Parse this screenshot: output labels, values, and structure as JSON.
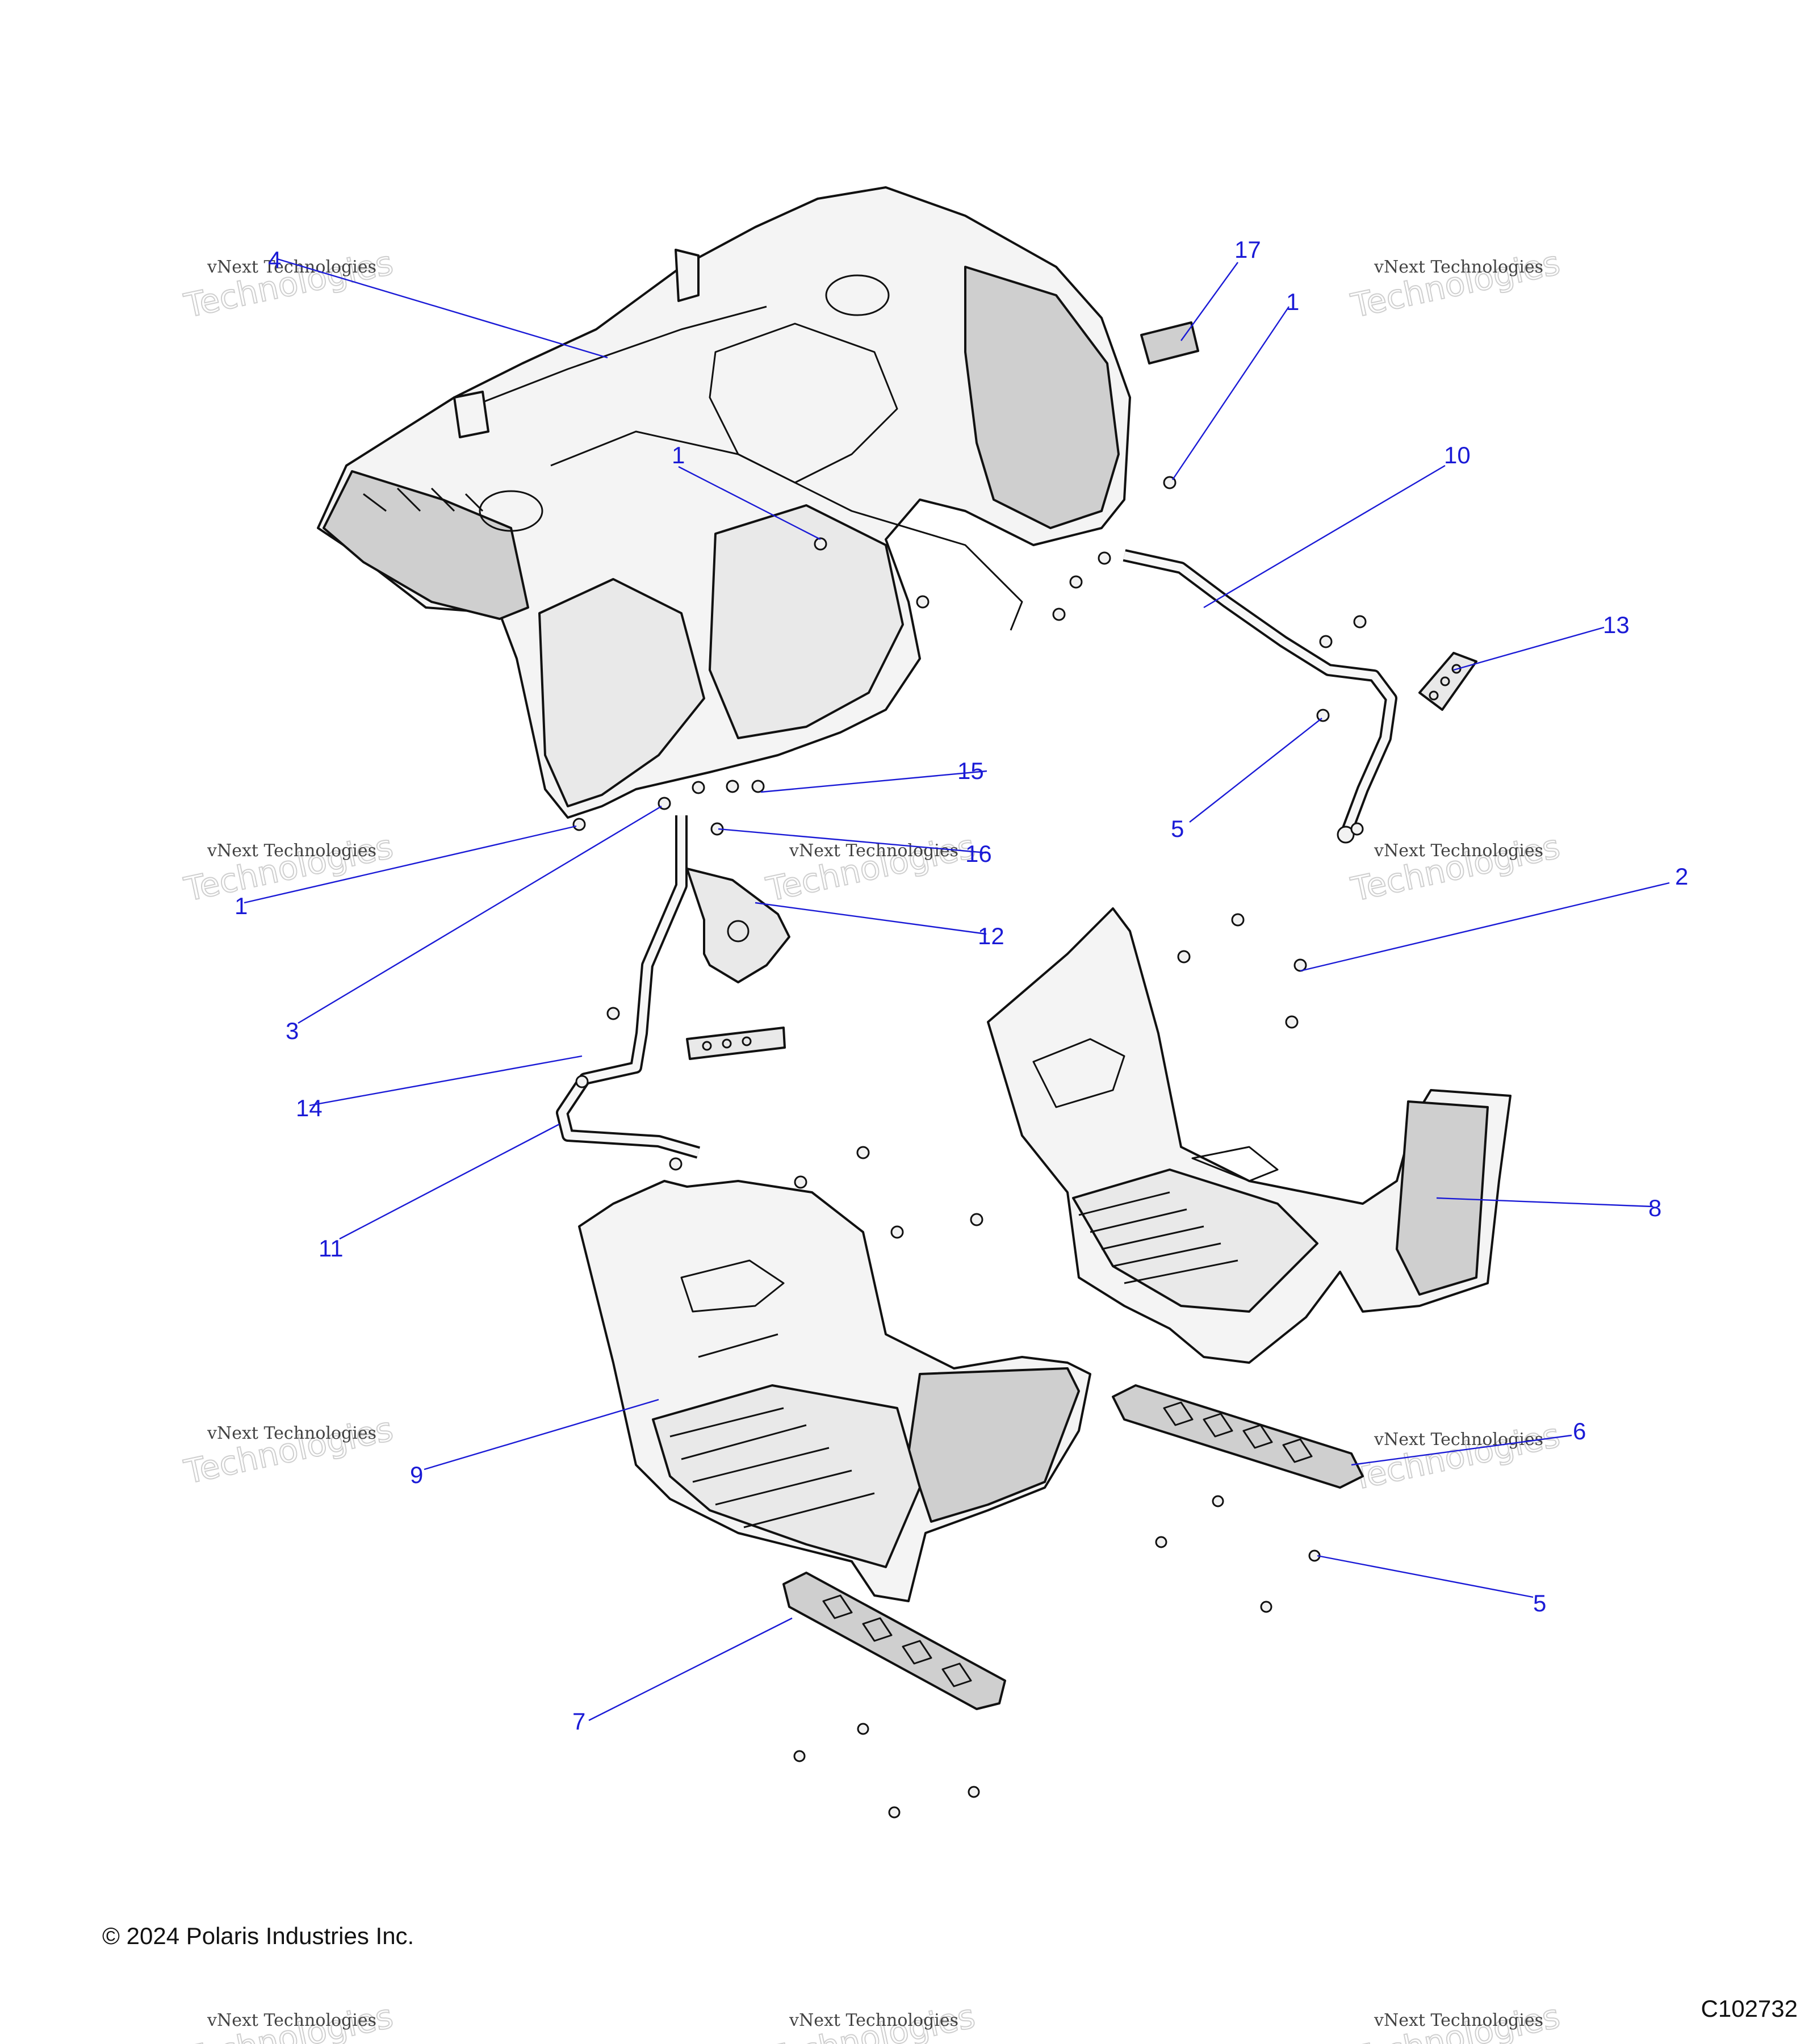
{
  "watermark": {
    "line1": "vNext Technologies",
    "line2": "Technologies"
  },
  "callouts": [
    {
      "id": "c4",
      "label": "4"
    },
    {
      "id": "c17",
      "label": "17"
    },
    {
      "id": "c1a",
      "label": "1"
    },
    {
      "id": "c1b",
      "label": "1"
    },
    {
      "id": "c10",
      "label": "10"
    },
    {
      "id": "c13",
      "label": "13"
    },
    {
      "id": "c15",
      "label": "15"
    },
    {
      "id": "c16",
      "label": "16"
    },
    {
      "id": "c5a",
      "label": "5"
    },
    {
      "id": "c1c",
      "label": "1"
    },
    {
      "id": "c2",
      "label": "2"
    },
    {
      "id": "c12",
      "label": "12"
    },
    {
      "id": "c3",
      "label": "3"
    },
    {
      "id": "c14",
      "label": "14"
    },
    {
      "id": "c8",
      "label": "8"
    },
    {
      "id": "c11",
      "label": "11"
    },
    {
      "id": "c6",
      "label": "6"
    },
    {
      "id": "c9",
      "label": "9"
    },
    {
      "id": "c5b",
      "label": "5"
    },
    {
      "id": "c7",
      "label": "7"
    }
  ],
  "footer": {
    "copyright": "© 2024 Polaris Industries Inc.",
    "drawing_code": "C102732"
  }
}
